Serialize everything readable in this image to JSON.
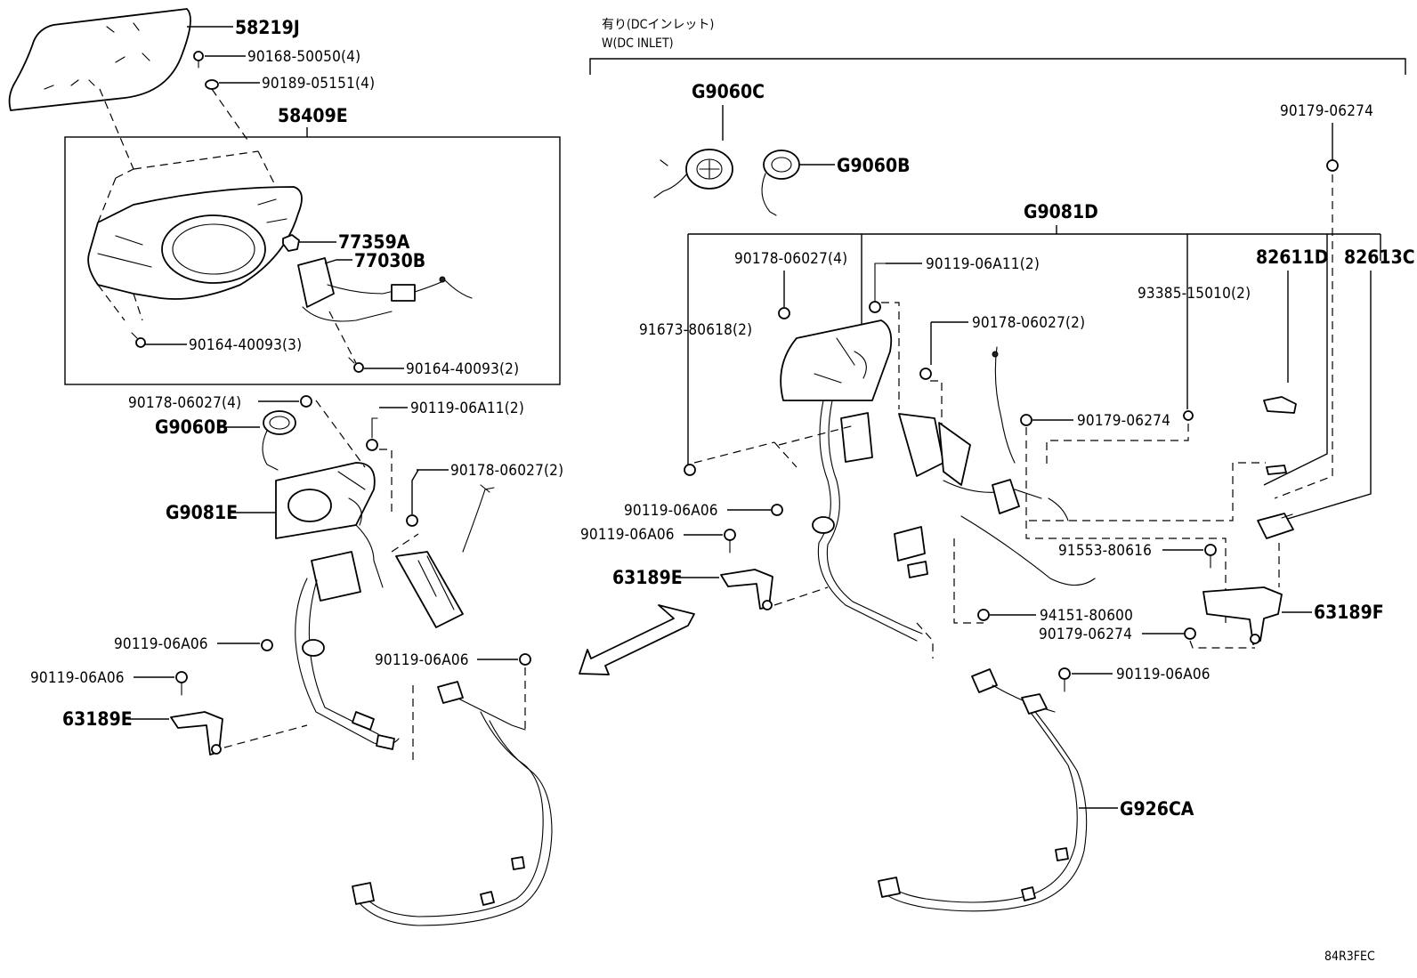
{
  "header": {
    "line1": "有り(DCインレット)",
    "line2": "W(DC INLET)"
  },
  "reference_code": "84R3FEC",
  "labels": {
    "p58219J": "58219J",
    "p90168": "90168-50050(4)",
    "p90189": "90189-05151(4)",
    "p58409E": "58409E",
    "p77359A": "77359A",
    "p77030B": "77030B",
    "p90164_3": "90164-40093(3)",
    "p90164_2": "90164-40093(2)",
    "l90178_4": "90178-06027(4)",
    "lG9060B": "G9060B",
    "l90119A11": "90119-06A11(2)",
    "l90178_2": "90178-06027(2)",
    "lG9081E": "G9081E",
    "l90119A06a": "90119-06A06",
    "l90119A06b": "90119-06A06",
    "l63189E": "63189E",
    "l90119A06c": "90119-06A06",
    "rG9060C": "G9060C",
    "rG9060B": "G9060B",
    "r90179_top": "90179-06274",
    "rG9081D": "G9081D",
    "r90178_4": "90178-06027(4)",
    "r90119A11": "90119-06A11(2)",
    "r82611D": "82611D",
    "r82613C": "82613C",
    "r93385": "93385-15010(2)",
    "r91673": "91673-80618(2)",
    "r90178_2": "90178-06027(2)",
    "r90179_mid": "90179-06274",
    "r90119A06a": "90119-06A06",
    "r90119A06b": "90119-06A06",
    "r63189E": "63189E",
    "r91553": "91553-80616",
    "r94151": "94151-80600",
    "r63189F": "63189F",
    "r90179_low": "90179-06274",
    "r90119A06c": "90119-06A06",
    "rG926CA": "G926CA"
  }
}
